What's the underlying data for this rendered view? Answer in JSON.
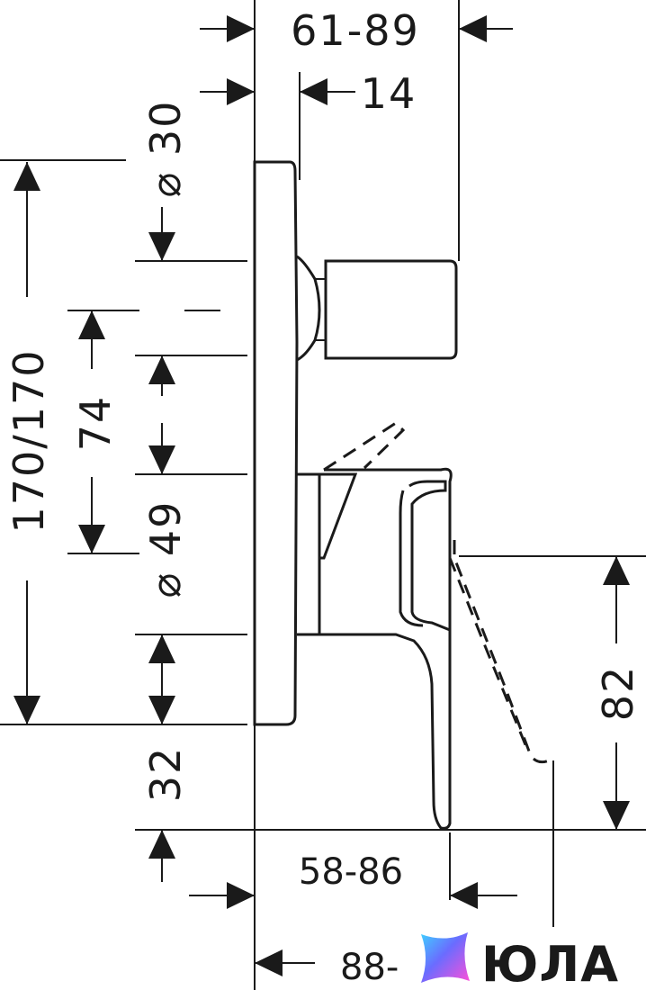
{
  "dimensions": {
    "top_width": "61-89",
    "top_offset": "14",
    "knob_diameter": "⌀ 30",
    "height_left": "170/170",
    "spacing": "74",
    "lever_diameter": "⌀ 49",
    "bottom_offset": "32",
    "lever_drop": "82",
    "depth_lower": "58-86",
    "depth_total": "88-"
  },
  "watermark": {
    "brand": "ЮЛА"
  }
}
